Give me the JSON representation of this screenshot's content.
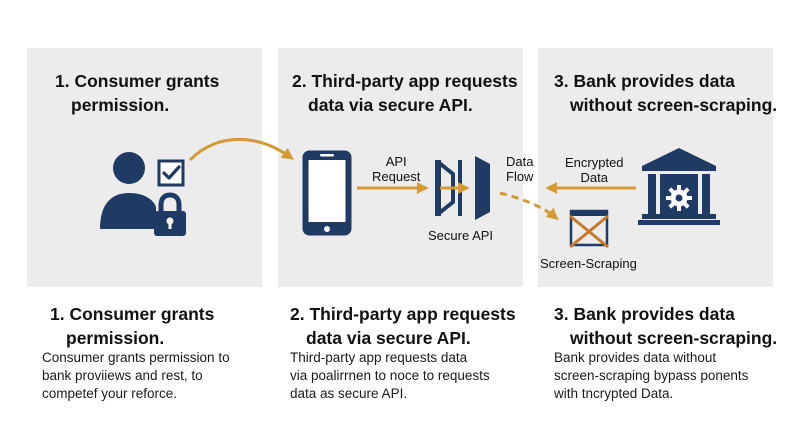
{
  "steps": [
    {
      "title_line1": "1. Consumer grants",
      "title_line2": "permission.",
      "description": "Consumer grants permission to\nbank proviiews and rest, to\ncompetef your reforce."
    },
    {
      "title_line1": "2. Third-party app requests",
      "title_line2": "data via secure API.",
      "description": "Third-party app requests data\nvia poalirrnen to noce to requests\ndata as secure API."
    },
    {
      "title_line1": "3. Bank provides data",
      "title_line2": "without screen-scraping.",
      "description": "Bank provides data without\nscreen-scraping bypass ponents\nwith tncrypted Data."
    }
  ],
  "diagram": {
    "api_request_label_1": "API",
    "api_request_label_2": "Request",
    "secure_api_label": "Secure API",
    "data_flow_label_1": "Data",
    "data_flow_label_2": "Flow",
    "encrypted_label_1": "Encrypted",
    "encrypted_label_2": "Data",
    "screen_scraping_label": "Screen-Scraping"
  },
  "colors": {
    "panel_bg": "#ececec",
    "icon_navy": "#1f3a63",
    "arrow_gold": "#d39a35",
    "cross_orange": "#c8782a"
  },
  "icons": [
    "user-icon",
    "checkbox-icon",
    "padlock-icon",
    "smartphone-icon",
    "secure-api-gateway-icon",
    "bank-icon",
    "gear-icon",
    "blocked-screen-icon"
  ]
}
